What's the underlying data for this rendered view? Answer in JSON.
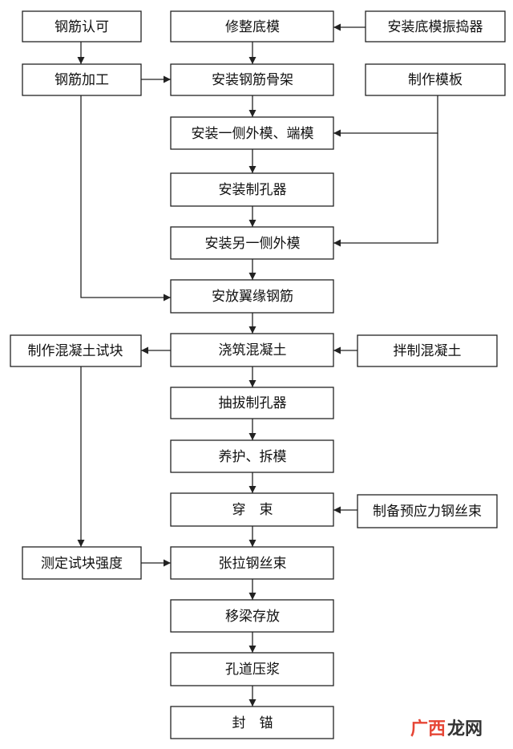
{
  "nodes": {
    "rebar_approval": "钢筋认可",
    "rebar_processing": "钢筋加工",
    "trim_base": "修整底模",
    "install_base_vibrator": "安装底模振捣器",
    "install_rebar_cage": "安装钢筋骨架",
    "make_formwork": "制作模板",
    "install_side_end_form": "安装一侧外模、端模",
    "install_hole_former": "安装制孔器",
    "install_other_side_form": "安装另一侧外模",
    "place_flange_rebar": "安放翼缘钢筋",
    "make_concrete_specimen": "制作混凝土试块",
    "pour_concrete": "浇筑混凝土",
    "mix_concrete": "拌制混凝土",
    "extract_hole_former": "抽拔制孔器",
    "cure_demold": "养护、拆模",
    "threading": "穿　束",
    "prepare_strand": "制备预应力钢丝束",
    "test_specimen_strength": "测定试块强度",
    "tension_strand": "张拉钢丝束",
    "move_store_beam": "移梁存放",
    "duct_grouting": "孔道压浆",
    "anchor_sealing": "封　锚"
  },
  "watermark": {
    "part1": "广西",
    "part2": "龙网"
  }
}
